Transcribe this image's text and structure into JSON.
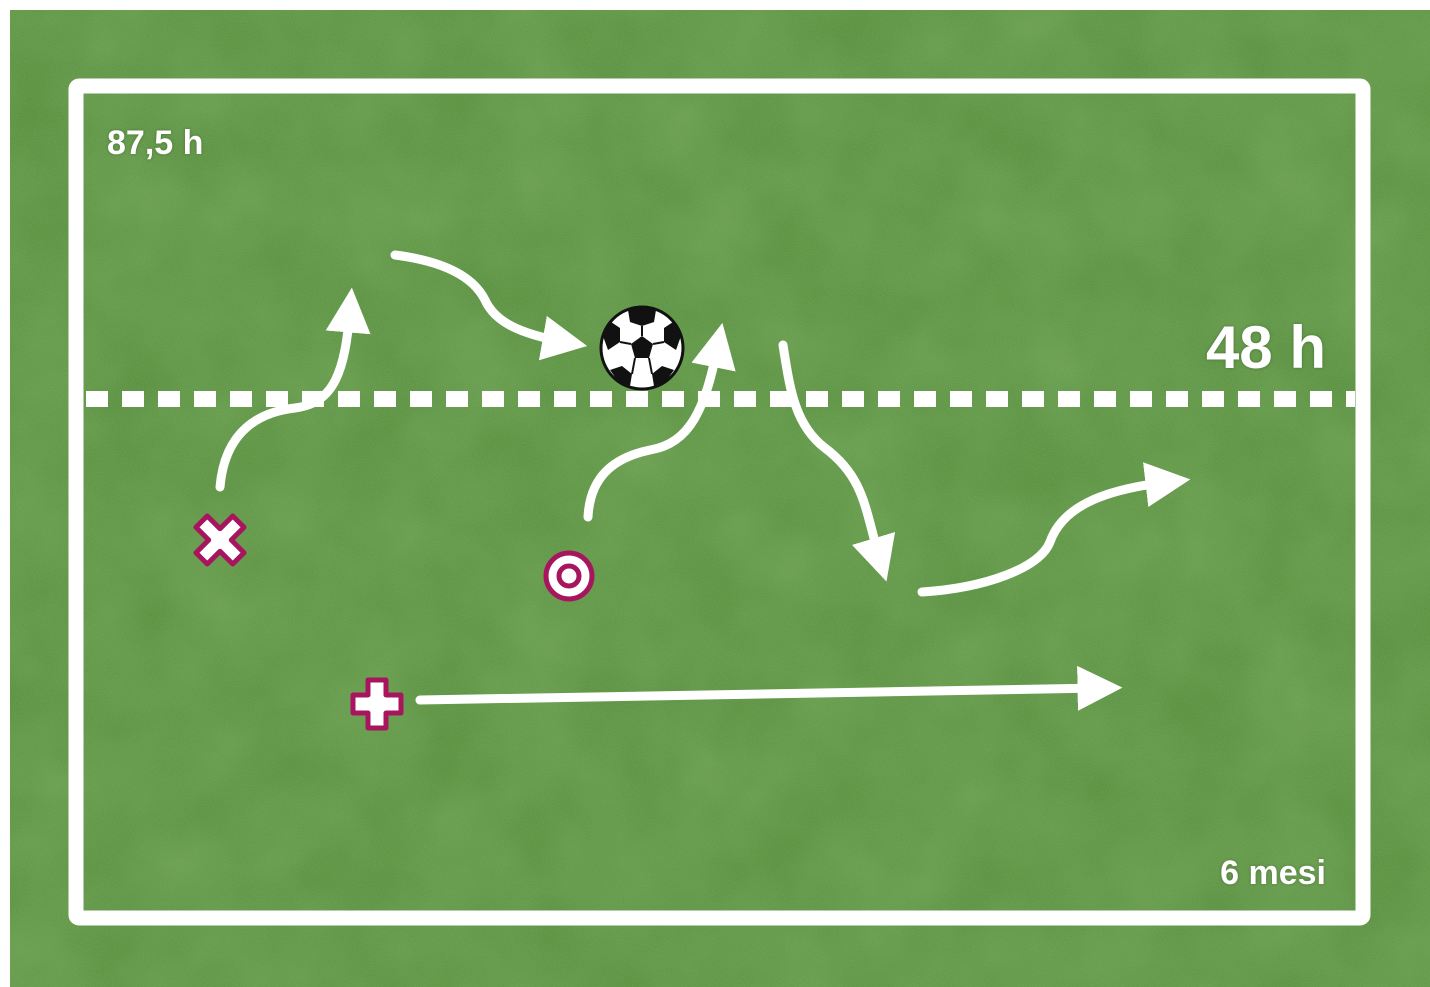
{
  "labels": {
    "top_left": "87,5 h",
    "threshold": "48 h",
    "bottom_right": "6 mesi"
  },
  "markers": [
    {
      "name": "x-marker",
      "shape": "cross-x"
    },
    {
      "name": "o-marker",
      "shape": "circle"
    },
    {
      "name": "plus-marker",
      "shape": "plus"
    }
  ],
  "colors": {
    "grass": "#4f8a34",
    "grass_dark": "#3f7428",
    "grass_light": "#6aa048",
    "lines": "#ffffff",
    "marker": "#a8155f"
  }
}
